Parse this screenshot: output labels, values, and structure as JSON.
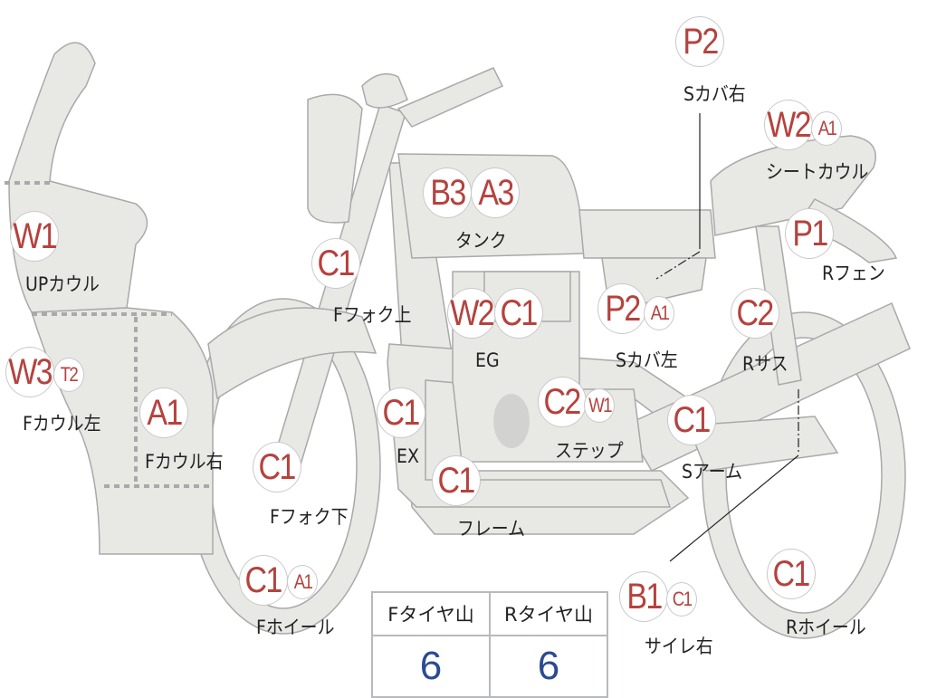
{
  "colors": {
    "grade": "#b5423e",
    "body": "#e8e8e5",
    "outline": "#a9a9a9",
    "tire_value": "#2c4a93"
  },
  "parts": {
    "up_cowl": {
      "label": "UPカウル",
      "grades": [
        "W1"
      ]
    },
    "f_cowl_left": {
      "label": "Fカウル左",
      "grades": [
        "W3",
        "T2"
      ]
    },
    "f_cowl_right": {
      "label": "Fカウル右",
      "grades": [
        "A1"
      ]
    },
    "f_fork_upper": {
      "label": "Fフォク上",
      "grades": [
        "C1"
      ]
    },
    "f_fork_lower": {
      "label": "Fフォク下",
      "grades": [
        "C1"
      ]
    },
    "f_wheel": {
      "label": "Fホイール",
      "grades": [
        "C1",
        "A1"
      ]
    },
    "tank": {
      "label": "タンク",
      "grades": [
        "B3",
        "A3"
      ]
    },
    "eg": {
      "label": "EG",
      "grades": [
        "W2",
        "C1"
      ]
    },
    "ex": {
      "label": "EX",
      "grades": [
        "C1"
      ]
    },
    "frame": {
      "label": "フレーム",
      "grades": [
        "C1"
      ]
    },
    "step": {
      "label": "ステップ",
      "grades": [
        "C2",
        "W1"
      ]
    },
    "s_cover_left": {
      "label": "Sカバ左",
      "grades": [
        "P2",
        "A1"
      ]
    },
    "s_cover_right": {
      "label": "Sカバ右",
      "grades": [
        "P2"
      ]
    },
    "seat_cowl": {
      "label": "シートカウル",
      "grades": [
        "W2",
        "A1"
      ]
    },
    "r_fender": {
      "label": "Rフェン",
      "grades": [
        "P1"
      ]
    },
    "r_sus": {
      "label": "Rサス",
      "grades": [
        "C2"
      ]
    },
    "s_arm": {
      "label": "Sアーム",
      "grades": [
        "C1"
      ]
    },
    "silencer_right": {
      "label": "サイレ右",
      "grades": [
        "B1",
        "C1"
      ]
    },
    "r_wheel": {
      "label": "Rホイール",
      "grades": [
        "C1"
      ]
    }
  },
  "tire_tread": {
    "front_label": "Fタイヤ山",
    "rear_label": "Rタイヤ山",
    "front_value": "6",
    "rear_value": "6"
  }
}
